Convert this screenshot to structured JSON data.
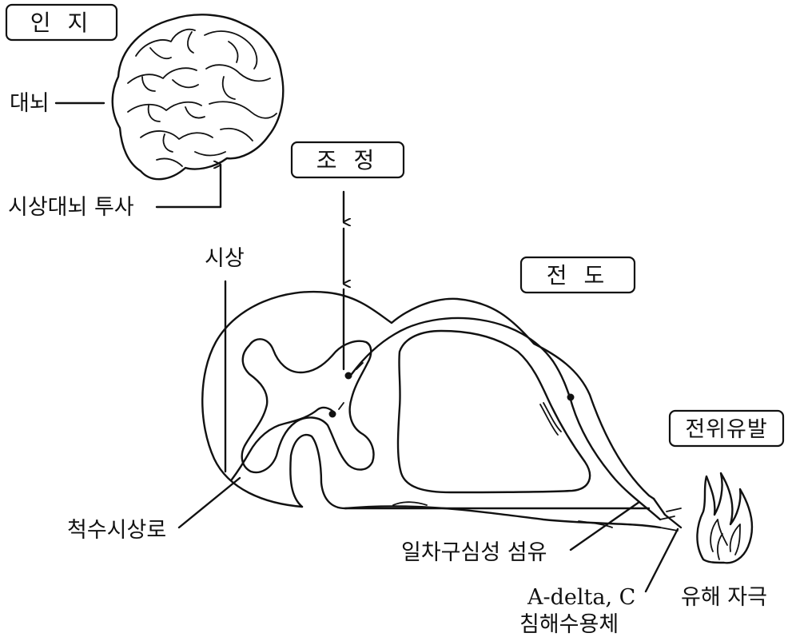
{
  "stages": {
    "perception": "인 지",
    "modulation": "조 정",
    "transmission": "전 도",
    "transduction": "전위유발"
  },
  "labels": {
    "cerebrum": "대뇌",
    "thalamocortical_projection": "시상대뇌 투사",
    "thalamus": "시상",
    "spinothalamic_tract": "척수시상로",
    "primary_afferent_fiber": "일차구심성 섬유",
    "receptor_type": "A-delta, C",
    "nociceptor": "침해수용체",
    "noxious_stimulus": "유해 자극"
  }
}
